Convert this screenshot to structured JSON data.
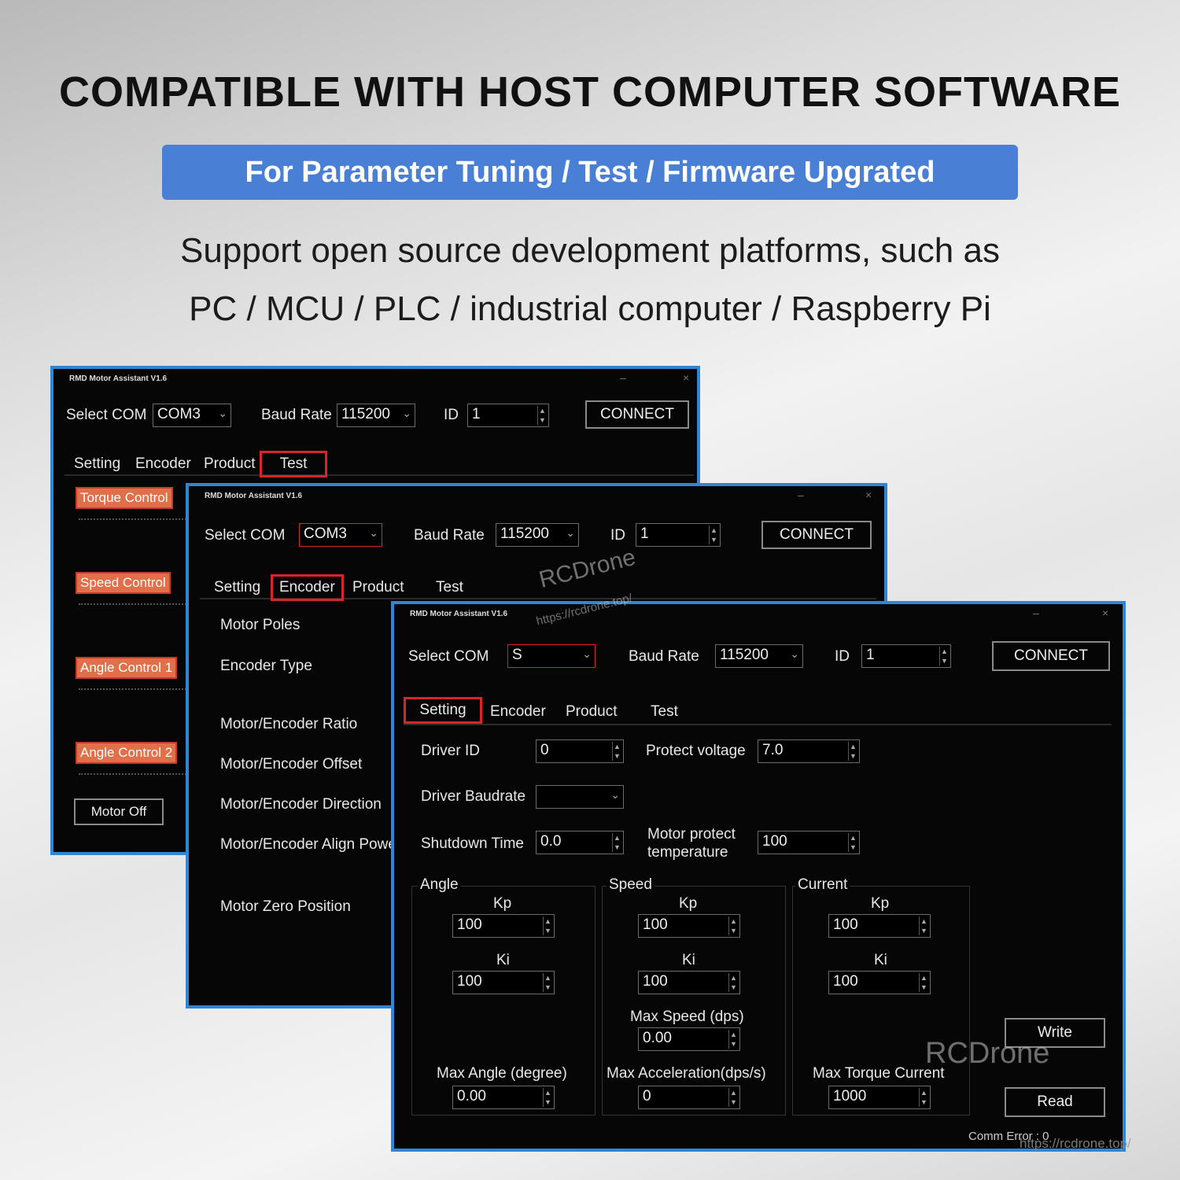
{
  "header": {
    "headline": "COMPATIBLE WITH HOST COMPUTER SOFTWARE",
    "banner": "For Parameter Tuning / Test / Firmware Upgrated",
    "sub_line1": "Support open source development platforms, such as",
    "sub_line2": "PC / MCU / PLC / industrial computer / Raspberry Pi"
  },
  "colors": {
    "accent_blue": "#4a7fd6",
    "window_border": "#2f86d4",
    "tab_highlight": "#d9252a",
    "control_label_bg": "#e0704a"
  },
  "windows": {
    "back": {
      "title": "RMD Motor Assistant V1.6",
      "minimize": "–",
      "close": "×",
      "select_com_label": "Select COM",
      "com_value": "COM3",
      "baud_label": "Baud Rate",
      "baud_value": "115200",
      "id_label": "ID",
      "id_value": "1",
      "connect_label": "CONNECT",
      "tabs": [
        "Setting",
        "Encoder",
        "Product",
        "Test"
      ],
      "active_tab": "Test",
      "controls": [
        "Torque Control",
        "Speed Control",
        "Angle Control 1",
        "Angle Control 2"
      ],
      "motor_off": "Motor Off"
    },
    "middle": {
      "title": "RMD Motor Assistant V1.6",
      "minimize": "–",
      "close": "×",
      "select_com_label": "Select COM",
      "com_value": "COM3",
      "baud_label": "Baud Rate",
      "baud_value": "115200",
      "id_label": "ID",
      "id_value": "1",
      "connect_label": "CONNECT",
      "tabs": [
        "Setting",
        "Encoder",
        "Product",
        "Test"
      ],
      "active_tab": "Encoder",
      "encoder_items": [
        "Motor Poles",
        "Encoder Type",
        "Motor/Encoder Ratio",
        "Motor/Encoder Offset",
        "Motor/Encoder Direction",
        "Motor/Encoder Align Powe",
        "Motor Zero Position"
      ]
    },
    "front": {
      "title": "RMD Motor Assistant V1.6",
      "minimize": "–",
      "close": "×",
      "select_com_label": "Select COM",
      "com_value": "S",
      "baud_label": "Baud Rate",
      "baud_value": "115200",
      "id_label": "ID",
      "id_value": "1",
      "connect_label": "CONNECT",
      "tabs": [
        "Setting",
        "Encoder",
        "Product",
        "Test"
      ],
      "active_tab": "Setting",
      "driver_id_label": "Driver ID",
      "driver_id_value": "0",
      "protect_voltage_label": "Protect voltage",
      "protect_voltage_value": "7.0",
      "driver_baudrate_label": "Driver Baudrate",
      "driver_baudrate_value": "",
      "shutdown_time_label": "Shutdown Time",
      "shutdown_time_value": "0.0",
      "motor_protect_temp_label_1": "Motor protect",
      "motor_protect_temp_label_2": "temperature",
      "motor_protect_temp_value": "100",
      "angle": {
        "title": "Angle",
        "kp_label": "Kp",
        "kp": "100",
        "ki_label": "Ki",
        "ki": "100",
        "max_label": "Max Angle (degree)",
        "max_value": "0.00"
      },
      "speed": {
        "title": "Speed",
        "kp_label": "Kp",
        "kp": "100",
        "ki_label": "Ki",
        "ki": "100",
        "max_speed_label": "Max Speed (dps)",
        "max_speed_value": "0.00",
        "max_acc_label": "Max Acceleration(dps/s)",
        "max_acc_value": "0"
      },
      "current": {
        "title": "Current",
        "kp_label": "Kp",
        "kp": "100",
        "ki_label": "Ki",
        "ki": "100",
        "max_label": "Max Torque Current",
        "max_value": "1000"
      },
      "write_label": "Write",
      "read_label": "Read",
      "comm_error": "Comm Error : 0"
    }
  },
  "watermark": {
    "brand": "RCDrone",
    "url": "https://rcdrone.top/"
  }
}
